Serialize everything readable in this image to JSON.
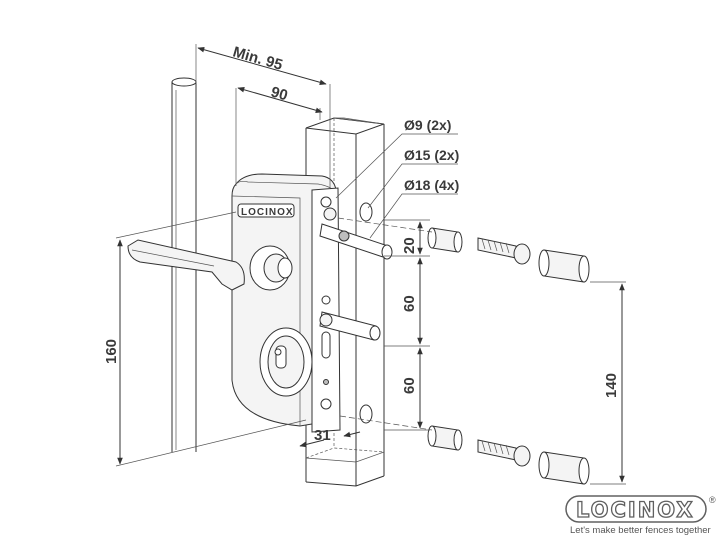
{
  "dimensions": {
    "min_width": "Min. 95",
    "width": "90",
    "height": "160",
    "offset": "31",
    "spacing_top": "20",
    "spacing_mid": "60",
    "spacing_low": "60",
    "total_height": "140"
  },
  "callouts": {
    "hole_9": "Ø9 (2x)",
    "hole_15": "Ø15 (2x)",
    "hole_18": "Ø18 (4x)"
  },
  "lock_marking": "LOCINOX",
  "logo": {
    "name": "LOCINOX",
    "registered": "®",
    "tagline": "Let's make better fences together"
  }
}
